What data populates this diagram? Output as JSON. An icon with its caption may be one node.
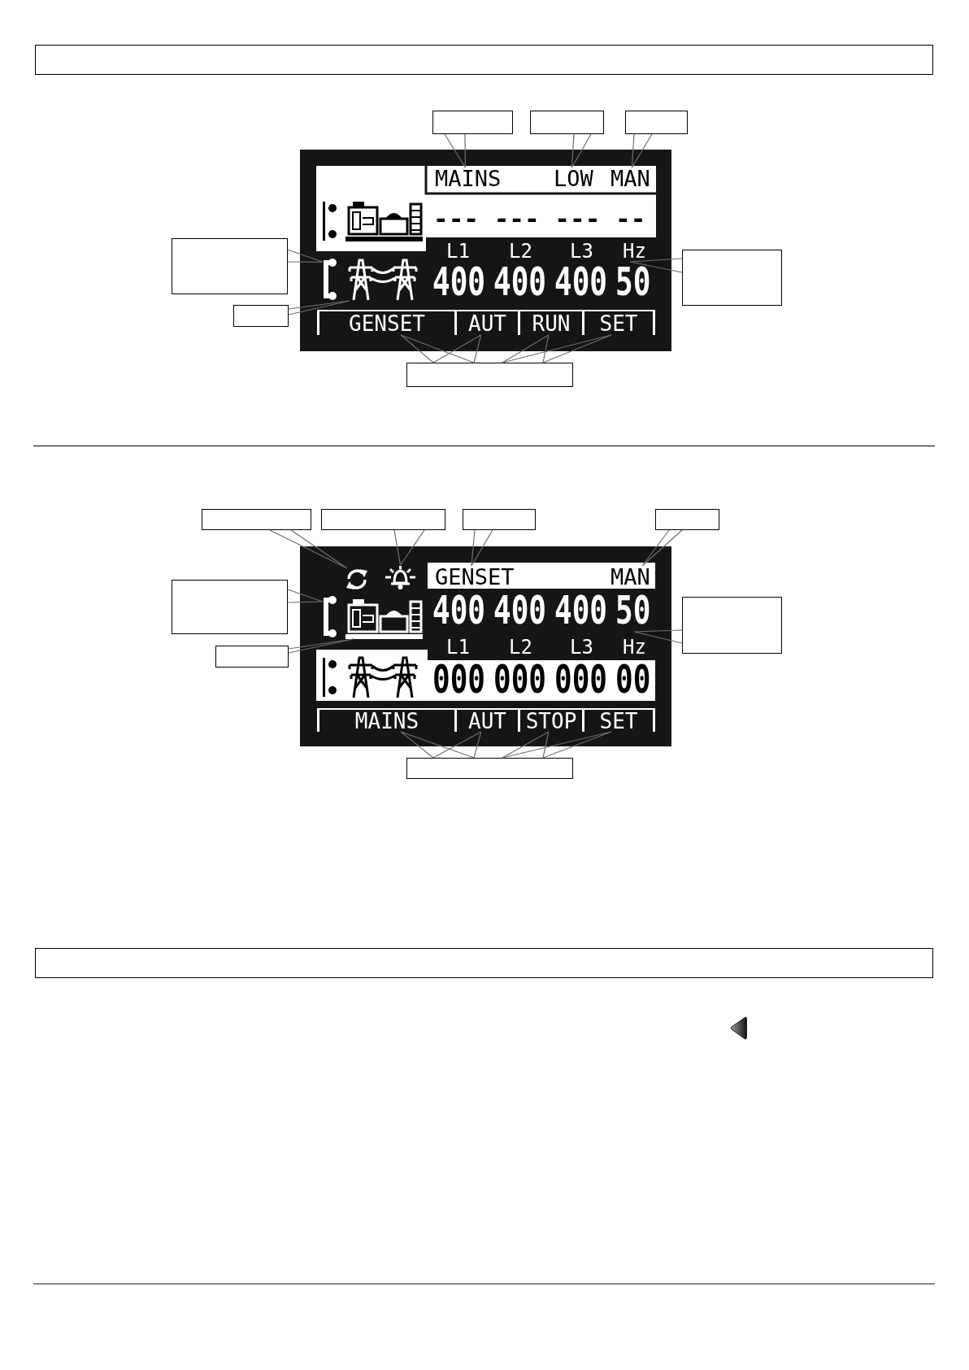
{
  "diagram": {
    "nodes": [
      {
        "text": [],
        "shape": "box"
      },
      {
        "text": [],
        "shape": "box"
      },
      {
        "text": [],
        "shape": "box"
      },
      {
        "text": [],
        "shape": "box"
      },
      {
        "text": [
          "--- --- --- --",
          "L1",
          "L2",
          "L3",
          "Hz",
          "400",
          "400",
          "400",
          "50"
        ]
      },
      {
        "text": [
          "MAINS"
        ],
        "in": 4
      },
      {
        "text": [
          "LOW"
        ],
        "in": 4
      },
      {
        "text": [
          "MAN"
        ],
        "in": 4
      },
      {
        "text": [],
        "shape": "picture",
        "in": 4
      },
      {
        "text": [],
        "shape": "picture",
        "in": 4
      },
      {
        "text": [
          "GENSET"
        ],
        "in": 4
      },
      {
        "text": [
          "AUT"
        ],
        "in": 4
      },
      {
        "text": [
          "RUN"
        ],
        "in": 4
      },
      {
        "text": [
          "SET"
        ],
        "in": 4
      },
      {
        "text": [],
        "shape": "box"
      },
      {
        "text": [],
        "shape": "box"
      },
      {
        "text": [],
        "shape": "box"
      },
      {
        "text": [],
        "shape": "box"
      },
      {
        "text": [],
        "shape": "box"
      },
      {
        "text": [],
        "shape": "box"
      },
      {
        "text": [],
        "shape": "box"
      },
      {
        "text": [],
        "shape": "box"
      },
      {
        "text": [
          "400",
          "400",
          "400",
          "50",
          "L1",
          "L2",
          "L3",
          "Hz",
          "000",
          "000",
          "000",
          "00"
        ]
      },
      {
        "text": [],
        "shape": "picture",
        "in": 22
      },
      {
        "text": [],
        "shape": "picture",
        "in": 22
      },
      {
        "text": [
          "GENSET"
        ],
        "in": 22
      },
      {
        "text": [
          "MAN"
        ],
        "in": 22
      },
      {
        "text": [],
        "shape": "picture",
        "in": 22
      },
      {
        "text": [],
        "shape": "picture",
        "in": 22
      },
      {
        "text": [
          "MAINS"
        ],
        "in": 22
      },
      {
        "text": [
          "AUT"
        ],
        "in": 22
      },
      {
        "text": [
          "STOP"
        ],
        "in": 22
      },
      {
        "text": [
          "SET"
        ],
        "in": 22
      },
      {
        "text": [],
        "shape": "box"
      },
      {
        "text": [],
        "shape": "box"
      },
      {
        "text": [],
        "shape": "box"
      },
      {
        "text": [],
        "shape": "box"
      },
      {
        "text": [],
        "shape": "box"
      }
    ],
    "edges": [
      {
        "from": 1,
        "to": 5,
        "arrow": "none"
      },
      {
        "from": 2,
        "to": 6,
        "arrow": "none"
      },
      {
        "from": 3,
        "to": 7,
        "arrow": "none"
      },
      {
        "from": 14,
        "to": 8,
        "arrow": "none"
      },
      {
        "from": 15,
        "to": 9,
        "arrow": "none"
      },
      {
        "from": 16,
        "to": null,
        "arrow": "none"
      },
      {
        "from": 17,
        "to": 10,
        "arrow": "none"
      },
      {
        "from": 17,
        "to": 11,
        "arrow": "none"
      },
      {
        "from": 17,
        "to": 12,
        "arrow": "none"
      },
      {
        "from": 17,
        "to": 13,
        "arrow": "none"
      },
      {
        "from": 18,
        "to": 23,
        "arrow": "none"
      },
      {
        "from": 19,
        "to": 24,
        "arrow": "none"
      },
      {
        "from": 20,
        "to": 25,
        "arrow": "none"
      },
      {
        "from": 21,
        "to": 26,
        "arrow": "none"
      },
      {
        "from": 33,
        "to": 27,
        "arrow": "none"
      },
      {
        "from": 34,
        "to": 28,
        "arrow": "none"
      },
      {
        "from": 35,
        "to": null,
        "arrow": "none"
      },
      {
        "from": 36,
        "to": 29,
        "arrow": "none"
      },
      {
        "from": 36,
        "to": 30,
        "arrow": "none"
      },
      {
        "from": 36,
        "to": 31,
        "arrow": "none"
      },
      {
        "from": 36,
        "to": 32,
        "arrow": "none"
      }
    ]
  }
}
